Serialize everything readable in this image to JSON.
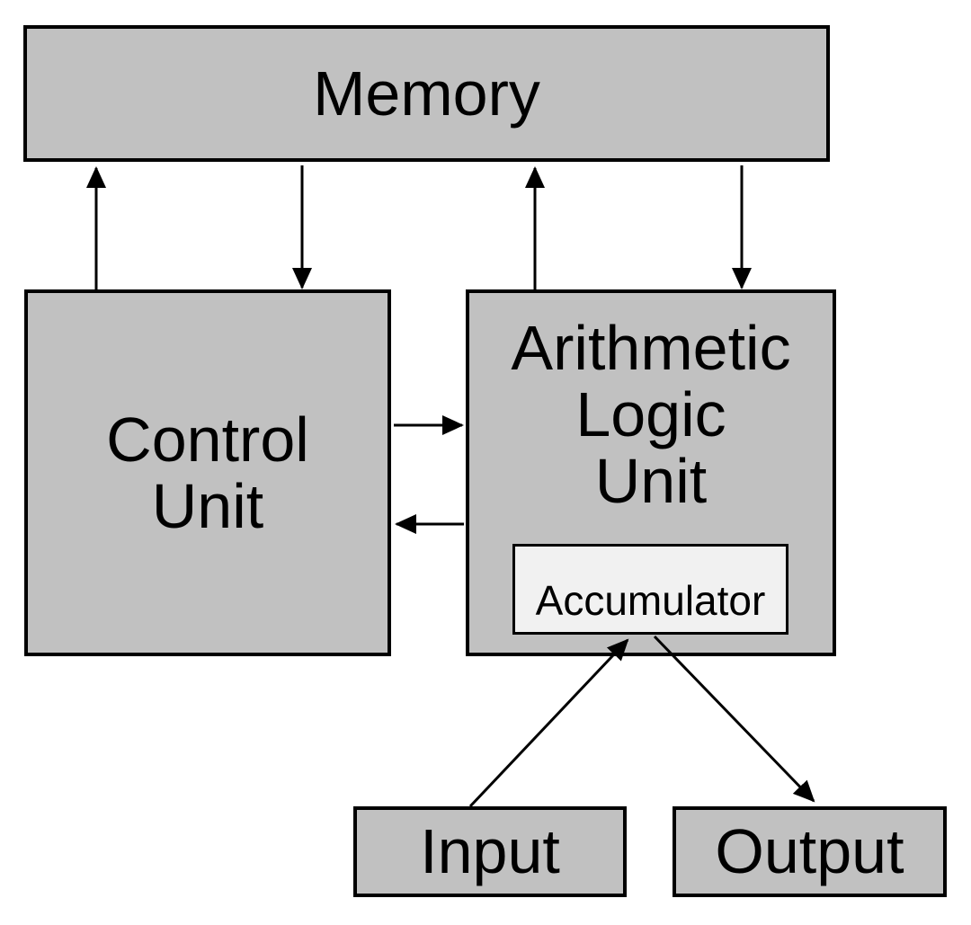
{
  "diagram": {
    "boxes": {
      "memory": {
        "label": "Memory"
      },
      "control_unit": {
        "label": "Control\nUnit"
      },
      "alu": {
        "label": "Arithmetic\nLogic\nUnit"
      },
      "accumulator": {
        "label": "Accumulator"
      },
      "input": {
        "label": "Input"
      },
      "output": {
        "label": "Output"
      }
    },
    "connections": [
      {
        "from": "control-unit",
        "to": "memory"
      },
      {
        "from": "memory",
        "to": "control-unit"
      },
      {
        "from": "arithmetic-logic-unit",
        "to": "memory"
      },
      {
        "from": "memory",
        "to": "arithmetic-logic-unit"
      },
      {
        "from": "control-unit",
        "to": "arithmetic-logic-unit"
      },
      {
        "from": "arithmetic-logic-unit",
        "to": "control-unit"
      },
      {
        "from": "input",
        "to": "accumulator"
      },
      {
        "from": "accumulator",
        "to": "output"
      }
    ]
  },
  "colors": {
    "box_fill": "#c1c1c1",
    "accumulator_fill": "#f1f1f1",
    "border": "#000000",
    "arrow": "#000000",
    "background": "#ffffff",
    "text": "#000000"
  }
}
